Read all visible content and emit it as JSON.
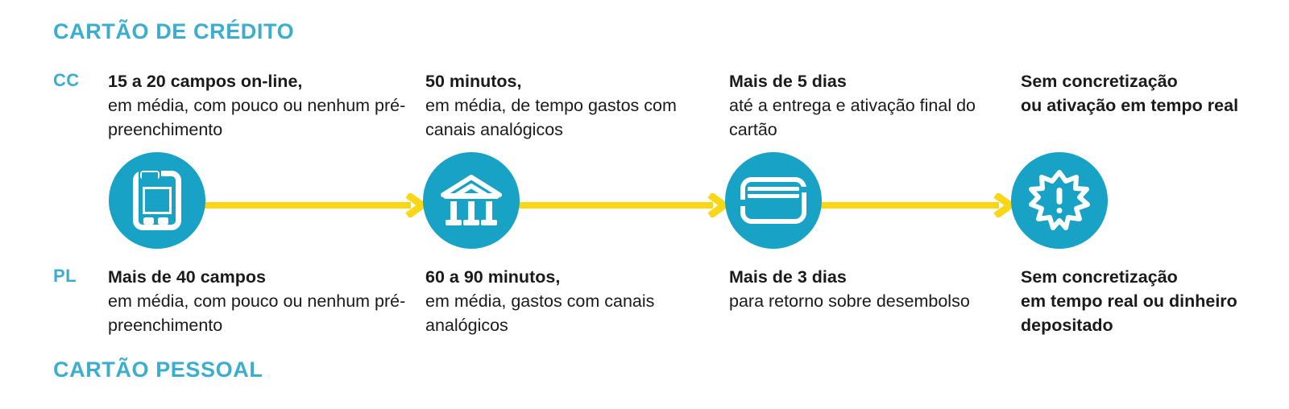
{
  "headings": {
    "top": "CARTÃO DE CRÉDITO",
    "bottom": "CARTÃO PESSOAL"
  },
  "row_labels": {
    "credit_card": "CC",
    "personal_loan": "PL"
  },
  "colors": {
    "teal_circle": "#17A2C6",
    "teal_heading": "#3BAED0",
    "yellow_arrow": "#F9D616",
    "body_text": "#1A1A1A",
    "background": "#FFFFFF"
  },
  "steps": [
    {
      "icon": "mobile-phone-icon",
      "top": {
        "lead": "15 a 20 campos on-line,",
        "rest": "em média, com pouco ou nenhum pré-preenchimento",
        "all_bold": false
      },
      "bottom": {
        "lead": "Mais de 40 campos",
        "rest": "em média, com pouco ou nenhum pré-preenchimento",
        "all_bold": false
      }
    },
    {
      "icon": "bank-building-icon",
      "top": {
        "lead": "50 minutos,",
        "rest": "em média, de tempo gastos com canais analógicos",
        "all_bold": false
      },
      "bottom": {
        "lead": "60 a 90 minutos,",
        "rest": "em média, gastos com canais analógicos",
        "all_bold": false
      }
    },
    {
      "icon": "credit-card-icon",
      "top": {
        "lead": "Mais de 5 dias",
        "rest": "até a entrega e ativação final do cartão",
        "all_bold": false
      },
      "bottom": {
        "lead": "Mais de 3 dias",
        "rest": "para retorno sobre desembolso",
        "all_bold": false
      }
    },
    {
      "icon": "burst-alert-icon",
      "top": {
        "lead": "Sem concretização",
        "rest": "ou ativação em tempo real",
        "all_bold": true
      },
      "bottom": {
        "lead": "Sem concretização",
        "rest": "em tempo real ou dinheiro depositado",
        "all_bold": true
      }
    }
  ],
  "arrows": [
    {
      "name": "arrow-step-1-to-2"
    },
    {
      "name": "arrow-step-2-to-3"
    },
    {
      "name": "arrow-step-3-to-4"
    }
  ]
}
